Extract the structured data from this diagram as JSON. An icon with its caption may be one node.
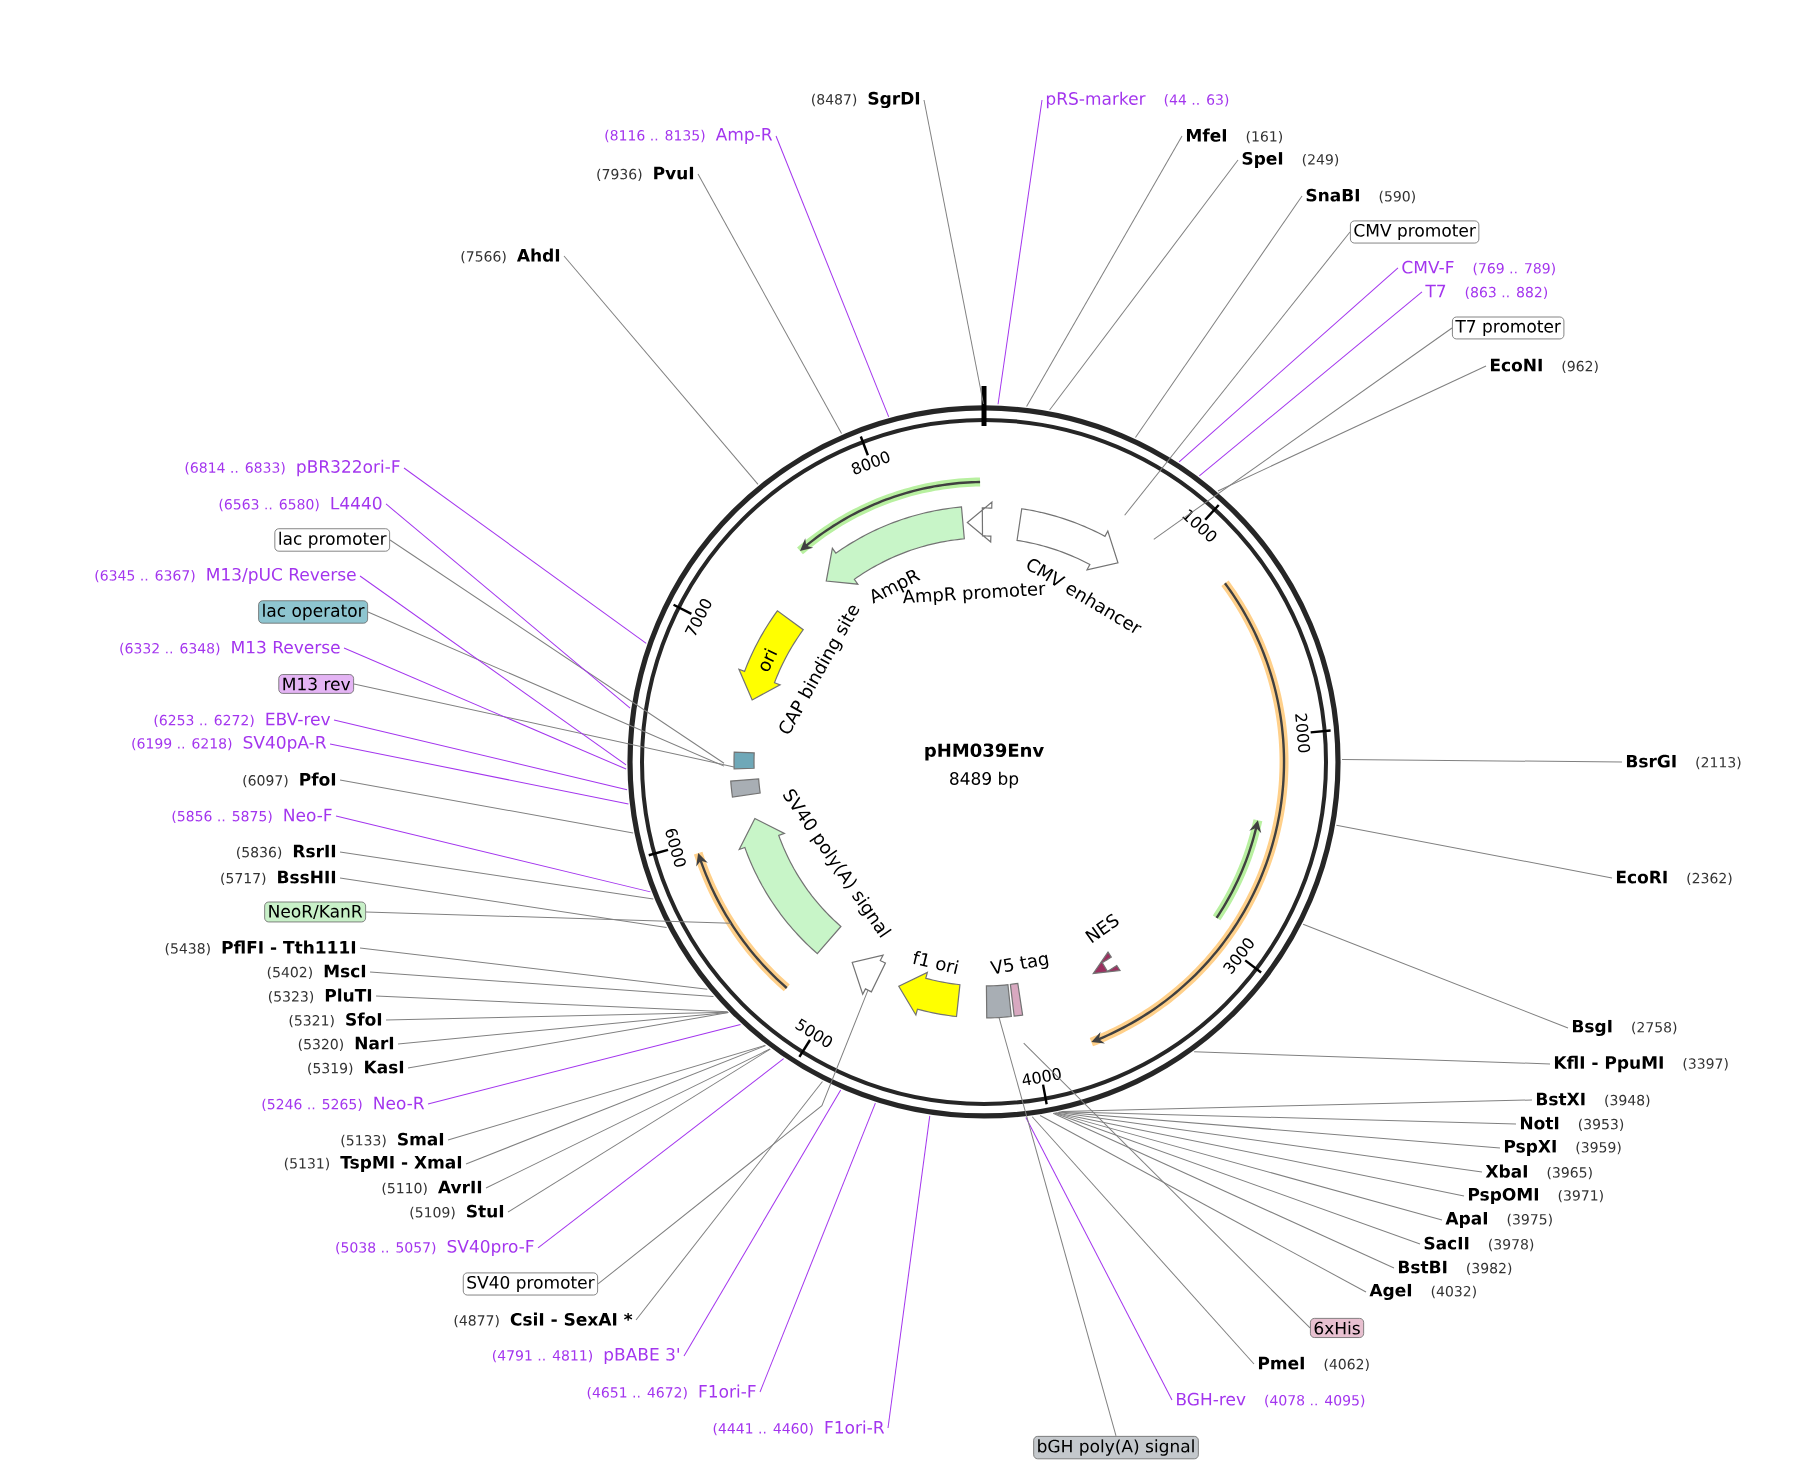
{
  "diagram": {
    "title": "pHM039Env",
    "nodes": [
      {
        "text": [
          "pRS-marker"
        ],
        "beside": [
          "(44 .. 63)"
        ]
      },
      {
        "text": [
          "MfeI"
        ],
        "beside": [
          "(161)"
        ]
      },
      {
        "text": [
          "SpeI"
        ],
        "beside": [
          "(249)"
        ]
      },
      {
        "text": [
          "SnaBI"
        ],
        "beside": [
          "(590)"
        ]
      },
      {
        "text": [
          "CMV promoter"
        ]
      },
      {
        "text": [
          "CMV-F"
        ],
        "beside": [
          "(769 .. 789)"
        ]
      },
      {
        "text": [
          "T7"
        ],
        "beside": [
          "(863 .. 882)"
        ]
      },
      {
        "text": [
          "T7 promoter"
        ]
      },
      {
        "text": [
          "EcoNI"
        ],
        "beside": [
          "(962)"
        ]
      },
      {
        "text": [
          "BsrGI"
        ],
        "beside": [
          "(2113)"
        ]
      },
      {
        "text": [
          "EcoRI"
        ],
        "beside": [
          "(2362)"
        ]
      },
      {
        "text": [
          "BsgI"
        ],
        "beside": [
          "(2758)"
        ]
      },
      {
        "text": [
          "KflI - PpuMI"
        ],
        "beside": [
          "(3397)"
        ]
      },
      {
        "text": [
          "BstXI"
        ],
        "beside": [
          "(3948)"
        ]
      },
      {
        "text": [
          "NotI"
        ],
        "beside": [
          "(3953)"
        ]
      },
      {
        "text": [
          "PspXI"
        ],
        "beside": [
          "(3959)"
        ]
      },
      {
        "text": [
          "XbaI"
        ],
        "beside": [
          "(3965)"
        ]
      },
      {
        "text": [
          "PspOMI"
        ],
        "beside": [
          "(3971)"
        ]
      },
      {
        "text": [
          "ApaI"
        ],
        "beside": [
          "(3975)"
        ]
      },
      {
        "text": [
          "SacII"
        ],
        "beside": [
          "(3978)"
        ]
      },
      {
        "text": [
          "BstBI"
        ],
        "beside": [
          "(3982)"
        ]
      },
      {
        "text": [
          "AgeI"
        ],
        "beside": [
          "(4032)"
        ]
      },
      {
        "text": [
          "6xHis"
        ]
      },
      {
        "text": [
          "PmeI"
        ],
        "beside": [
          "(4062)"
        ]
      },
      {
        "text": [
          "BGH-rev"
        ],
        "beside": [
          "(4078 .. 4095)"
        ]
      },
      {
        "text": [
          "bGH poly(A) signal"
        ]
      },
      {
        "text": [
          "F1ori-R"
        ],
        "beside": [
          "(4441 .. 4460)"
        ]
      },
      {
        "text": [
          "F1ori-F"
        ],
        "beside": [
          "(4651 .. 4672)"
        ]
      },
      {
        "text": [
          "pBABE 3'"
        ],
        "beside": [
          "(4791 .. 4811)"
        ]
      },
      {
        "text": [
          "CsiI - SexAI *"
        ],
        "beside": [
          "(4877)"
        ]
      },
      {
        "text": [
          "SV40 promoter"
        ]
      },
      {
        "text": [
          "SV40pro-F"
        ],
        "beside": [
          "(5038 .. 5057)"
        ]
      },
      {
        "text": [
          "StuI"
        ],
        "beside": [
          "(5109)"
        ]
      },
      {
        "text": [
          "AvrII"
        ],
        "beside": [
          "(5110)"
        ]
      },
      {
        "text": [
          "TspMI - XmaI"
        ],
        "beside": [
          "(5131)"
        ]
      },
      {
        "text": [
          "SmaI"
        ],
        "beside": [
          "(5133)"
        ]
      },
      {
        "text": [
          "Neo-R"
        ],
        "beside": [
          "(5246 .. 5265)"
        ]
      },
      {
        "text": [
          "KasI"
        ],
        "beside": [
          "(5319)"
        ]
      },
      {
        "text": [
          "NarI"
        ],
        "beside": [
          "(5320)"
        ]
      },
      {
        "text": [
          "SfoI"
        ],
        "beside": [
          "(5321)"
        ]
      },
      {
        "text": [
          "PluTI"
        ],
        "beside": [
          "(5323)"
        ]
      },
      {
        "text": [
          "MscI"
        ],
        "beside": [
          "(5402)"
        ]
      },
      {
        "text": [
          "PflFI - Tth111I"
        ],
        "beside": [
          "(5438)"
        ]
      },
      {
        "text": [
          "NeoR/KanR"
        ]
      },
      {
        "text": [
          "BssHII"
        ],
        "beside": [
          "(5717)"
        ]
      },
      {
        "text": [
          "RsrII"
        ],
        "beside": [
          "(5836)"
        ]
      },
      {
        "text": [
          "Neo-F"
        ],
        "beside": [
          "(5856 .. 5875)"
        ]
      },
      {
        "text": [
          "PfoI"
        ],
        "beside": [
          "(6097)"
        ]
      },
      {
        "text": [
          "SV40pA-R"
        ],
        "beside": [
          "(6199 .. 6218)"
        ]
      },
      {
        "text": [
          "EBV-rev"
        ],
        "beside": [
          "(6253 .. 6272)"
        ]
      },
      {
        "text": [
          "M13 rev"
        ]
      },
      {
        "text": [
          "M13 Reverse"
        ],
        "beside": [
          "(6332 .. 6348)"
        ]
      },
      {
        "text": [
          "lac operator"
        ]
      },
      {
        "text": [
          "M13/pUC Reverse"
        ],
        "beside": [
          "(6345 .. 6367)"
        ]
      },
      {
        "text": [
          "lac promoter"
        ]
      },
      {
        "text": [
          "L4440"
        ],
        "beside": [
          "(6563 .. 6580)"
        ]
      },
      {
        "text": [
          "pBR322ori-F"
        ],
        "beside": [
          "(6814 .. 6833)"
        ]
      },
      {
        "text": [
          "AhdI"
        ],
        "beside": [
          "(7566)"
        ]
      },
      {
        "text": [
          "PvuI"
        ],
        "beside": [
          "(7936)"
        ]
      },
      {
        "text": [
          "Amp-R"
        ],
        "beside": [
          "(8116 .. 8135)"
        ]
      },
      {
        "text": [
          "SgrDI"
        ],
        "beside": [
          "(8487)"
        ]
      }
    ],
    "edges": [
      {
        "from": 0,
        "to": null,
        "arrow": "none",
        "color": "#a335ee"
      },
      {
        "from": 1,
        "to": null,
        "arrow": "none"
      },
      {
        "from": 2,
        "to": null,
        "arrow": "none"
      },
      {
        "from": 3,
        "to": null,
        "arrow": "none"
      },
      {
        "from": 4,
        "to": null,
        "arrow": "none"
      },
      {
        "from": 5,
        "to": null,
        "arrow": "none",
        "color": "#a335ee"
      },
      {
        "from": 6,
        "to": null,
        "arrow": "none",
        "color": "#a335ee"
      },
      {
        "from": 7,
        "to": null,
        "arrow": "none"
      },
      {
        "from": 8,
        "to": null,
        "arrow": "none"
      },
      {
        "from": 9,
        "to": null,
        "arrow": "none"
      },
      {
        "from": 10,
        "to": null,
        "arrow": "none"
      },
      {
        "from": 11,
        "to": null,
        "arrow": "none"
      },
      {
        "from": 12,
        "to": null,
        "arrow": "none"
      },
      {
        "from": 13,
        "to": null,
        "arrow": "none"
      },
      {
        "from": 14,
        "to": null,
        "arrow": "none"
      },
      {
        "from": 15,
        "to": null,
        "arrow": "none"
      },
      {
        "from": 16,
        "to": null,
        "arrow": "none"
      },
      {
        "from": 17,
        "to": null,
        "arrow": "none"
      },
      {
        "from": 18,
        "to": null,
        "arrow": "none"
      },
      {
        "from": 19,
        "to": null,
        "arrow": "none"
      },
      {
        "from": 20,
        "to": null,
        "arrow": "none"
      },
      {
        "from": 21,
        "to": null,
        "arrow": "none"
      },
      {
        "from": 22,
        "to": null,
        "arrow": "none"
      },
      {
        "from": 23,
        "to": null,
        "arrow": "none"
      },
      {
        "from": 24,
        "to": null,
        "arrow": "none",
        "color": "#a335ee"
      },
      {
        "from": 25,
        "to": null,
        "arrow": "none"
      },
      {
        "from": 26,
        "to": null,
        "arrow": "none",
        "color": "#a335ee"
      },
      {
        "from": 27,
        "to": null,
        "arrow": "none",
        "color": "#a335ee"
      },
      {
        "from": 28,
        "to": null,
        "arrow": "none",
        "color": "#a335ee"
      },
      {
        "from": 29,
        "to": null,
        "arrow": "none"
      },
      {
        "from": 30,
        "to": null,
        "arrow": "none"
      },
      {
        "from": 31,
        "to": null,
        "arrow": "none",
        "color": "#a335ee"
      },
      {
        "from": 32,
        "to": null,
        "arrow": "none"
      },
      {
        "from": 33,
        "to": null,
        "arrow": "none"
      },
      {
        "from": 34,
        "to": null,
        "arrow": "none"
      },
      {
        "from": 35,
        "to": null,
        "arrow": "none"
      },
      {
        "from": 36,
        "to": null,
        "arrow": "none",
        "color": "#a335ee"
      },
      {
        "from": 37,
        "to": null,
        "arrow": "none"
      },
      {
        "from": 38,
        "to": null,
        "arrow": "none"
      },
      {
        "from": 39,
        "to": null,
        "arrow": "none"
      },
      {
        "from": 40,
        "to": null,
        "arrow": "none"
      },
      {
        "from": 41,
        "to": null,
        "arrow": "none"
      },
      {
        "from": 42,
        "to": null,
        "arrow": "none"
      },
      {
        "from": 43,
        "to": null,
        "arrow": "none"
      },
      {
        "from": 44,
        "to": null,
        "arrow": "none"
      },
      {
        "from": 45,
        "to": null,
        "arrow": "none"
      },
      {
        "from": 46,
        "to": null,
        "arrow": "none",
        "color": "#a335ee"
      },
      {
        "from": 47,
        "to": null,
        "arrow": "none"
      },
      {
        "from": 48,
        "to": null,
        "arrow": "none",
        "color": "#a335ee"
      },
      {
        "from": 49,
        "to": null,
        "arrow": "none",
        "color": "#a335ee"
      },
      {
        "from": 50,
        "to": null,
        "arrow": "none"
      },
      {
        "from": 51,
        "to": null,
        "arrow": "none",
        "color": "#a335ee"
      },
      {
        "from": 52,
        "to": null,
        "arrow": "none"
      },
      {
        "from": 53,
        "to": null,
        "arrow": "none",
        "color": "#a335ee"
      },
      {
        "from": 54,
        "to": null,
        "arrow": "none"
      },
      {
        "from": 55,
        "to": null,
        "arrow": "none",
        "color": "#a335ee"
      },
      {
        "from": 56,
        "to": null,
        "arrow": "none",
        "color": "#a335ee"
      },
      {
        "from": 57,
        "to": null,
        "arrow": "none"
      },
      {
        "from": 58,
        "to": null,
        "arrow": "none"
      },
      {
        "from": 59,
        "to": null,
        "arrow": "none",
        "color": "#a335ee"
      },
      {
        "from": 60,
        "to": null,
        "arrow": "none"
      }
    ],
    "labels": [
      "AmpR",
      "AmpR promoter",
      "CMV enhancer",
      "ori",
      "CAP binding site",
      "SV40 poly(A) signal",
      "f1 ori",
      "V5 tag",
      "NES",
      "1000",
      "2000",
      "3000",
      "4000",
      "5000",
      "6000",
      "7000",
      "8000",
      "8489 bp"
    ]
  }
}
